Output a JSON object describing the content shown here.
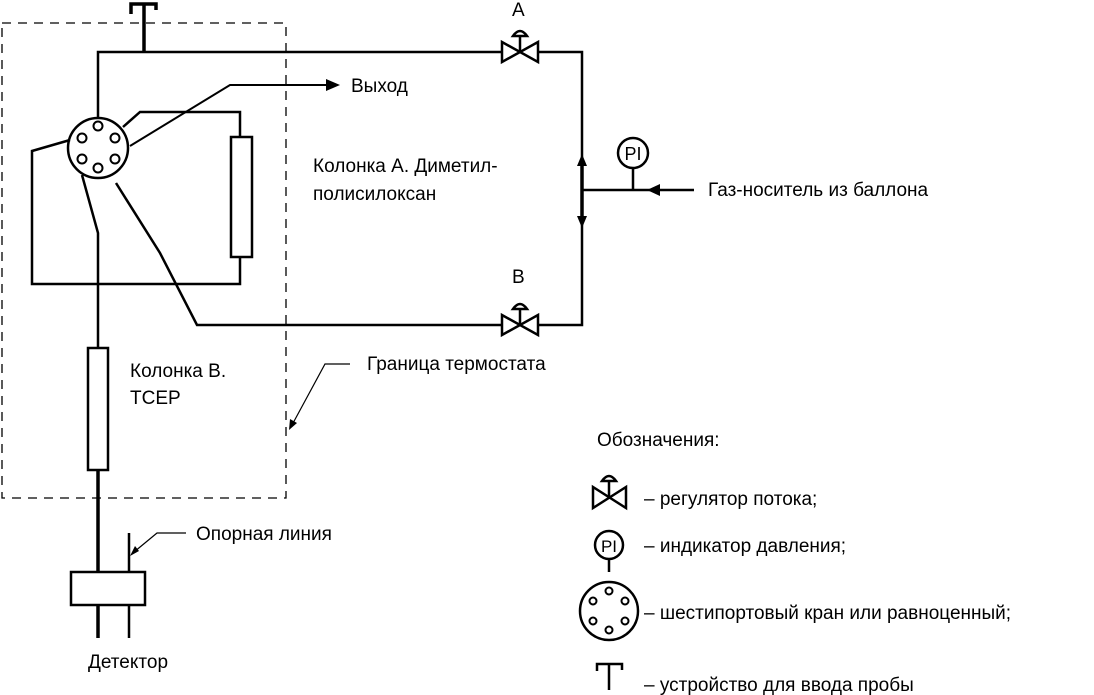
{
  "labels": {
    "valve_a": "А",
    "valve_b": "В",
    "outlet": "Выход",
    "column_a_line1": "Колонка А. Диметил-",
    "column_a_line2": "полисилоксан",
    "carrier_gas": "Газ-носитель из баллона",
    "pressure_indicator": "PI",
    "column_b_line1": "Колонка В.",
    "column_b_line2": "ТСЕР",
    "thermostat_boundary": "Граница термостата",
    "reference_line": "Опорная линия",
    "detector": "Детектор"
  },
  "legend": {
    "title": "Обозначения:",
    "items": [
      {
        "icon": "flow-regulator-icon",
        "text": "– регулятор потока;"
      },
      {
        "icon": "pressure-indicator-icon",
        "symbol": "PI",
        "text": "– индикатор давления;"
      },
      {
        "icon": "six-port-valve-icon",
        "text": "– шестипортовый кран или равноценный;"
      },
      {
        "icon": "sample-injector-icon",
        "text": "– устройство для ввода пробы"
      }
    ]
  }
}
